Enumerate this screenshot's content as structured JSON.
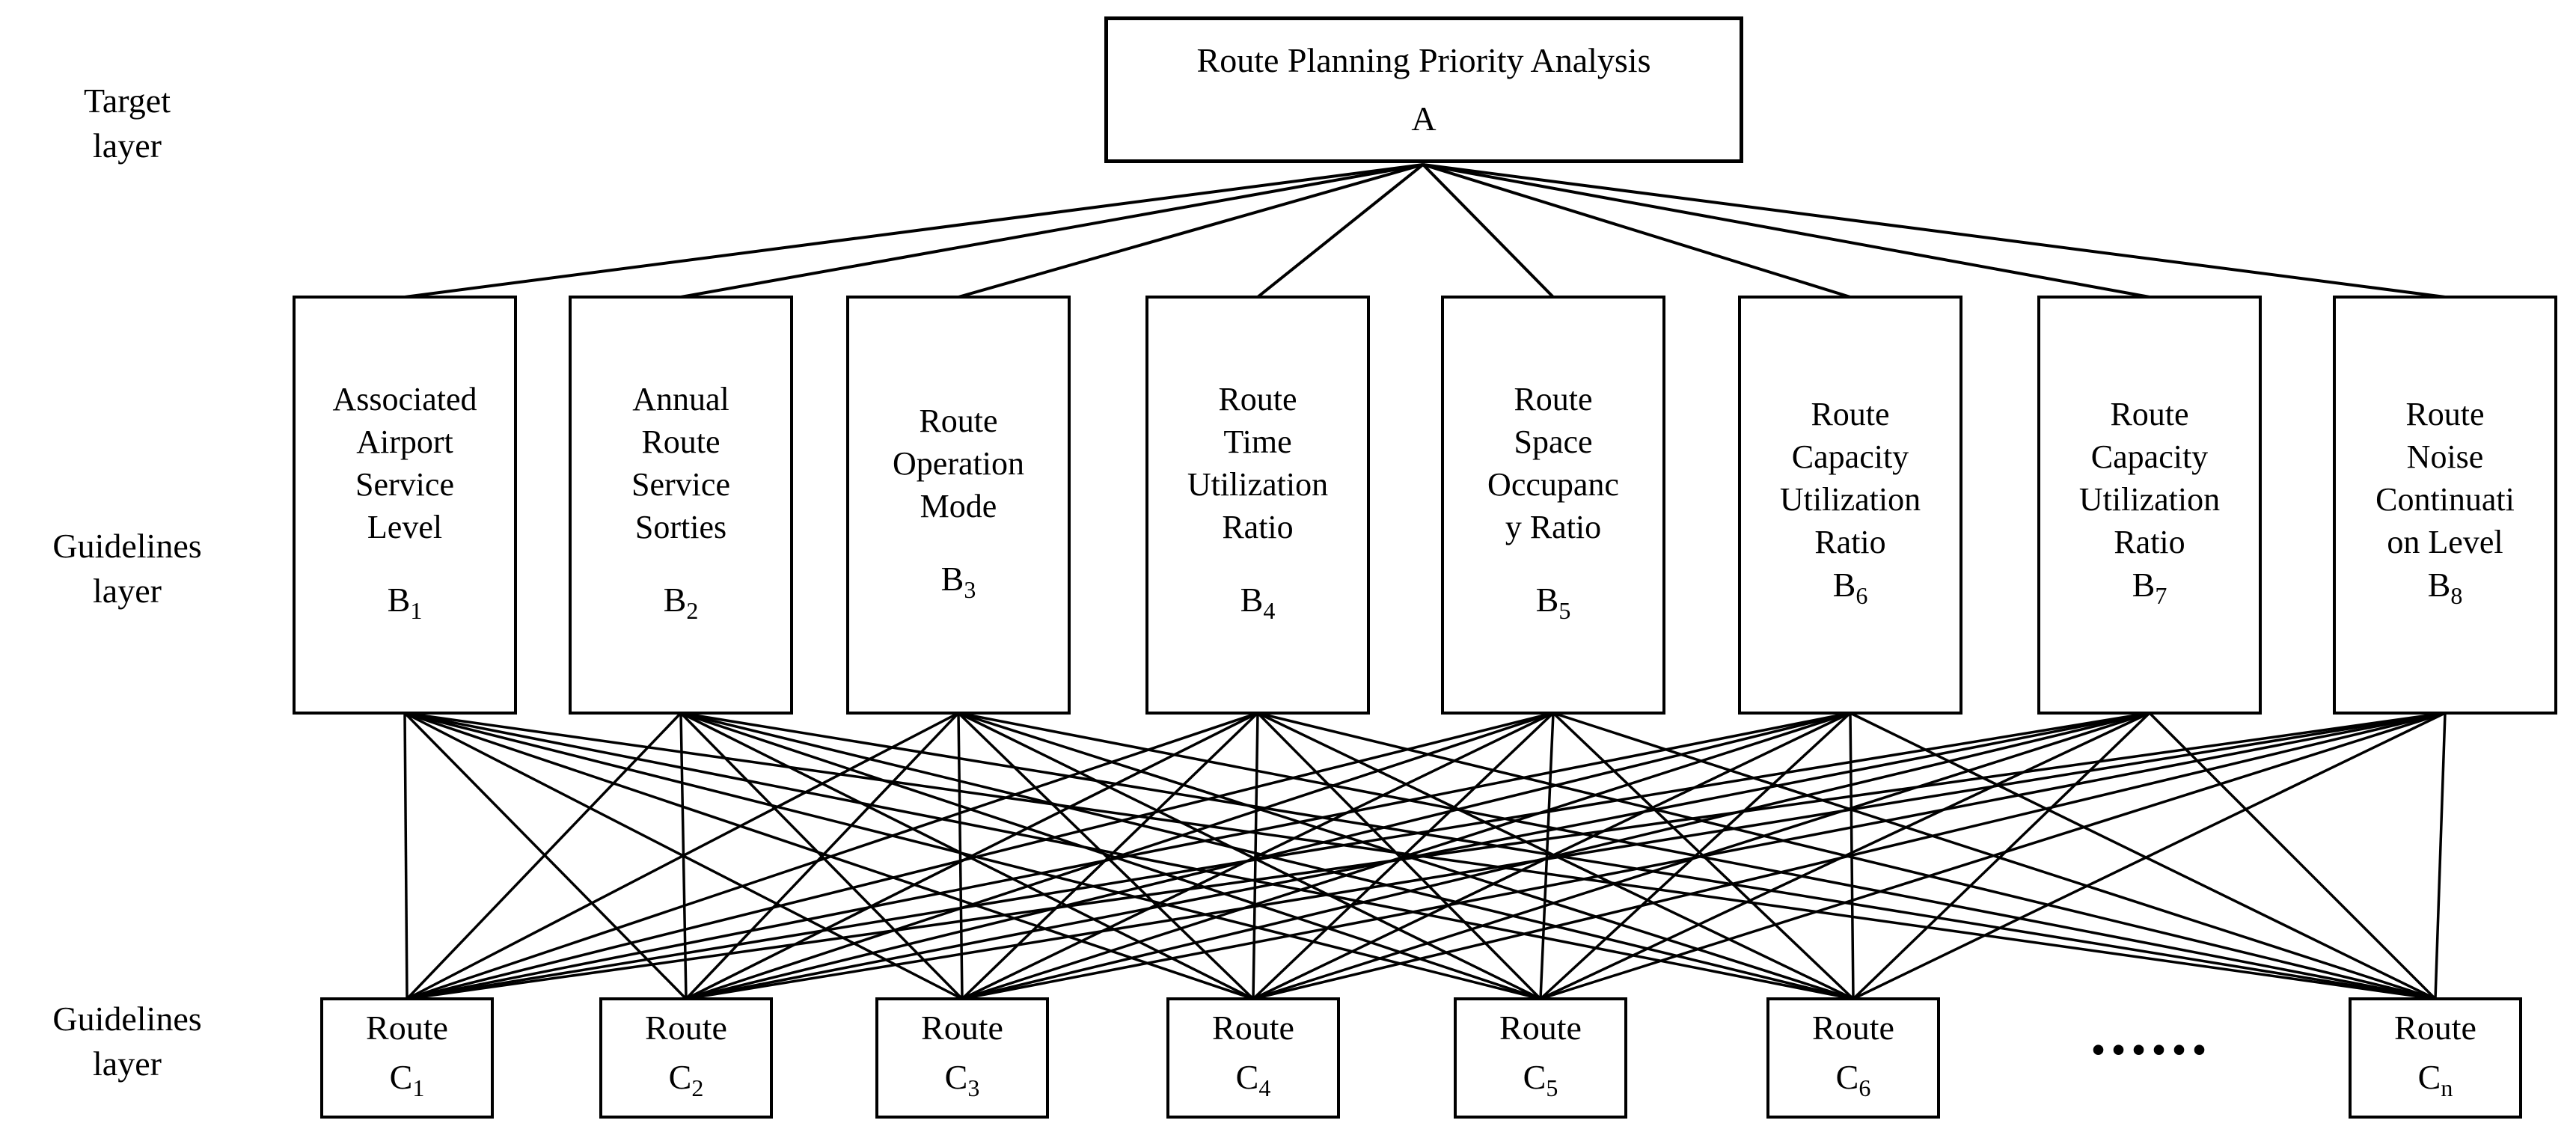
{
  "diagram": {
    "background_color": "#ffffff",
    "line_color": "#000000",
    "ellipsis": "......",
    "layer_labels": [
      {
        "lines": [
          "Target",
          "layer"
        ]
      },
      {
        "lines": [
          "Guidelines",
          "layer"
        ]
      },
      {
        "lines": [
          "Guidelines",
          "layer"
        ]
      }
    ],
    "target_node": {
      "title": "Route Planning Priority Analysis",
      "label": "A"
    },
    "criteria_nodes": [
      {
        "title_lines": [
          "Associated",
          "Airport",
          "Service",
          "Level"
        ],
        "label_base": "B",
        "label_sub": "1"
      },
      {
        "title_lines": [
          "Annual",
          "Route",
          "Service",
          "Sorties"
        ],
        "label_base": "B",
        "label_sub": "2"
      },
      {
        "title_lines": [
          "Route",
          "Operation",
          "Mode"
        ],
        "label_base": "B",
        "label_sub": "3"
      },
      {
        "title_lines": [
          "Route",
          "Time",
          "Utilization",
          "Ratio"
        ],
        "label_base": "B",
        "label_sub": "4"
      },
      {
        "title_lines": [
          "Route",
          "Space",
          "Occupanc",
          "y Ratio"
        ],
        "label_base": "B",
        "label_sub": "5"
      },
      {
        "title_lines": [
          "Route",
          "Capacity",
          "Utilization",
          "Ratio"
        ],
        "label_base": "B",
        "label_sub": "6"
      },
      {
        "title_lines": [
          "Route",
          "Capacity",
          "Utilization",
          "Ratio"
        ],
        "label_base": "B",
        "label_sub": "7"
      },
      {
        "title_lines": [
          "Route",
          "Noise",
          "Continuati",
          "on Level"
        ],
        "label_base": "B",
        "label_sub": "8"
      }
    ],
    "alternative_nodes": [
      {
        "title": "Route",
        "label_base": "C",
        "label_sub": "1"
      },
      {
        "title": "Route",
        "label_base": "C",
        "label_sub": "2"
      },
      {
        "title": "Route",
        "label_base": "C",
        "label_sub": "3"
      },
      {
        "title": "Route",
        "label_base": "C",
        "label_sub": "4"
      },
      {
        "title": "Route",
        "label_base": "C",
        "label_sub": "5"
      },
      {
        "title": "Route",
        "label_base": "C",
        "label_sub": "6"
      },
      {
        "title": "Route",
        "label_base": "C",
        "label_sub": "n"
      }
    ]
  }
}
